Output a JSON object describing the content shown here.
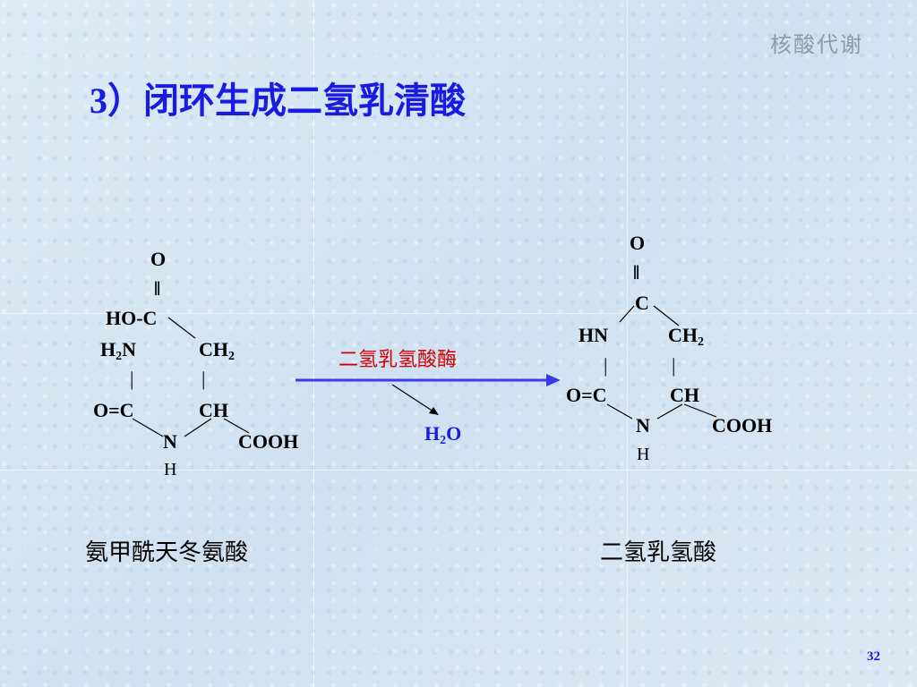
{
  "slide": {
    "corner_title": "核酸代谢",
    "title_number": "3）",
    "title_text": "闭环生成二氢乳清酸",
    "page_number": "32"
  },
  "reaction": {
    "enzyme": "二氢乳氢酸酶",
    "byproduct": {
      "main": "H",
      "sub": "2",
      "tail": "O"
    }
  },
  "reactant": {
    "name": "氨甲酰天冬氨酸",
    "atoms": {
      "o_top": "O",
      "double_bond": "‖",
      "ho_c": "HO-C",
      "h2n": {
        "main": "H",
        "sub": "2",
        "tail": "N"
      },
      "ch2": {
        "main": "CH",
        "sub": "2"
      },
      "bar_left": "|",
      "bar_right": "|",
      "o_eq_c": "O=C",
      "ch": "CH",
      "n": "N",
      "cooh": "COOH",
      "h": "H"
    }
  },
  "product": {
    "name": "二氢乳氢酸",
    "atoms": {
      "o_top": "O",
      "double_bond": "‖",
      "c": "C",
      "hn": "HN",
      "ch2": {
        "main": "CH",
        "sub": "2"
      },
      "bar_left": "|",
      "bar_right": "|",
      "o_eq_c": "O=C",
      "ch": "CH",
      "n": "N",
      "cooh": "COOH",
      "h": "H"
    }
  },
  "colors": {
    "title": "#1a1ae0",
    "enzyme": "#d40000",
    "arrow": "#3a3ae8",
    "corner": "#8a9aa6"
  }
}
